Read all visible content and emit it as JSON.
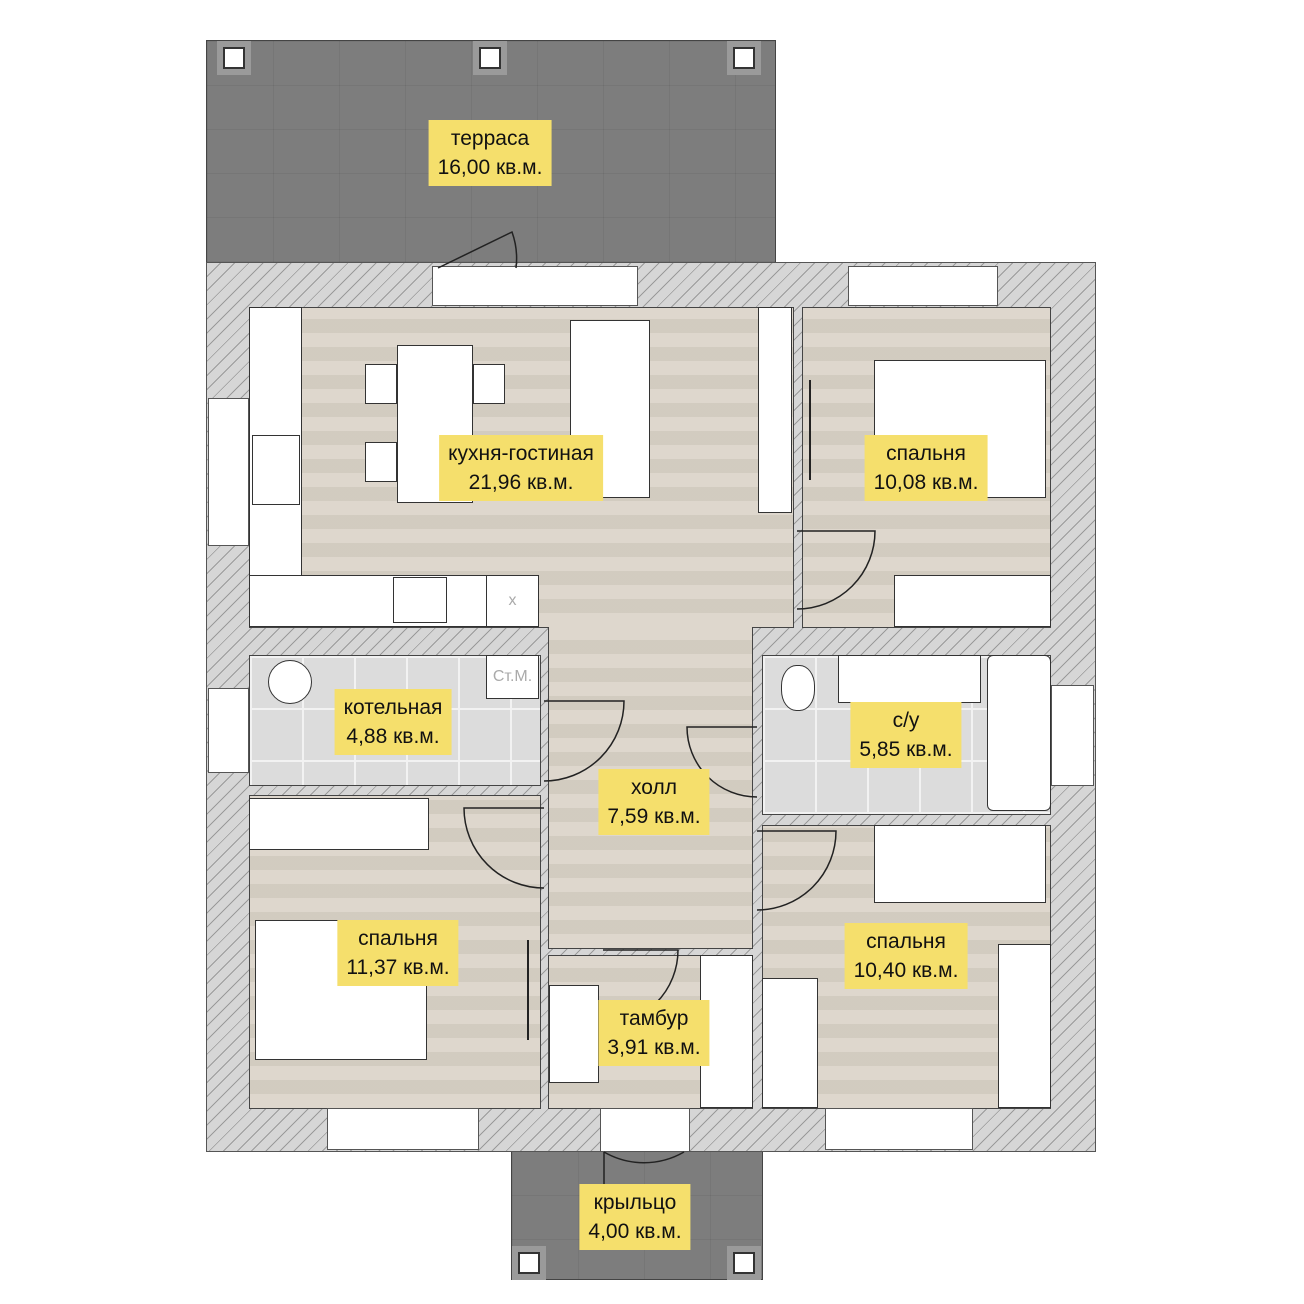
{
  "rooms": [
    {
      "id": "terrace",
      "name": "терраса",
      "area": "16,00 кв.м."
    },
    {
      "id": "kitchen",
      "name": "кухня-гостиная",
      "area": "21,96 кв.м."
    },
    {
      "id": "bedroom1",
      "name": "спальня",
      "area": "10,08 кв.м."
    },
    {
      "id": "boiler",
      "name": "котельная",
      "area": "4,88 кв.м."
    },
    {
      "id": "bathroom",
      "name": "с/у",
      "area": "5,85 кв.м."
    },
    {
      "id": "hall",
      "name": "холл",
      "area": "7,59 кв.м."
    },
    {
      "id": "bedroom2",
      "name": "спальня",
      "area": "11,37 кв.м."
    },
    {
      "id": "vestibule",
      "name": "тамбур",
      "area": "3,91 кв.м."
    },
    {
      "id": "bedroom3",
      "name": "спальня",
      "area": "10,40 кв.м."
    },
    {
      "id": "porch",
      "name": "крыльцо",
      "area": "4,00 кв.м."
    }
  ],
  "fixtures": {
    "fridge_mark": "х",
    "washer_mark": "Ст.М."
  },
  "colors": {
    "label": "#f5df6c",
    "terrace": "#7d7d7d",
    "floor": "#d9d2c6",
    "tile": "#dcdcdc",
    "wall": "#d6d6d6"
  }
}
